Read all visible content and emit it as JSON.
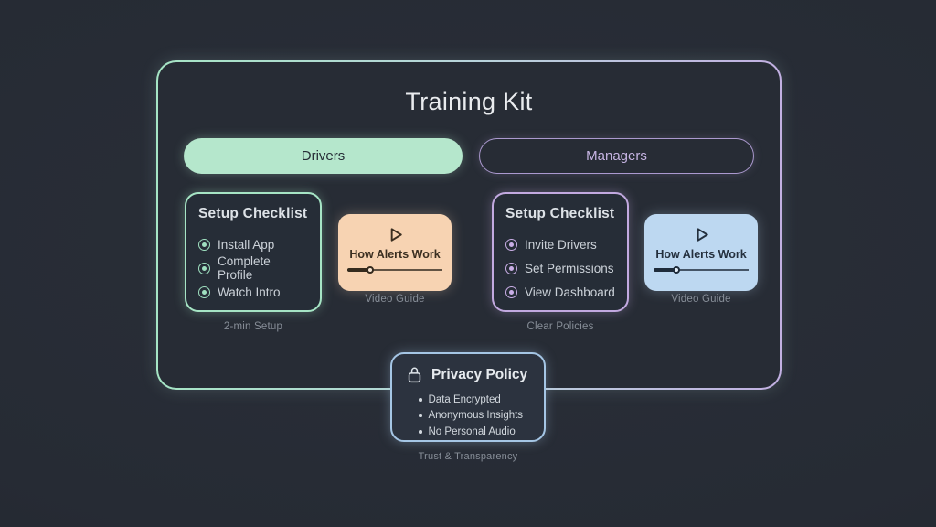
{
  "panel": {
    "title": "Training Kit"
  },
  "tabs": [
    {
      "label": "Drivers",
      "active": true
    },
    {
      "label": "Managers",
      "active": false
    }
  ],
  "sections": [
    {
      "id": "drivers",
      "checklist": {
        "title": "Setup Checklist",
        "items": [
          "Install App",
          "Complete Profile",
          "Watch Intro"
        ],
        "caption": "2-min Setup"
      },
      "video": {
        "title": "How Alerts Work",
        "caption": "Video Guide",
        "progress_percent": 24
      }
    },
    {
      "id": "managers",
      "checklist": {
        "title": "Setup Checklist",
        "items": [
          "Invite Drivers",
          "Set Permissions",
          "View Dashboard"
        ],
        "caption": "Clear Policies"
      },
      "video": {
        "title": "How Alerts Work",
        "caption": "Video Guide",
        "progress_percent": 24
      }
    }
  ],
  "privacy": {
    "title": "Privacy Policy",
    "items": [
      "Data Encrypted",
      "Anonymous Insights",
      "No Personal Audio"
    ],
    "caption": "Trust & Transparency"
  },
  "icons": {
    "play": "play-icon",
    "lock": "lock-icon",
    "checklist_bullet": "target-dot-icon"
  },
  "colors": {
    "background": "#272c35",
    "mint": "#a6e5c5",
    "lavender": "#c2b0e2",
    "drivers_pill_bg": "#b5e7cc",
    "managers_pill_border": "#ab99cf",
    "peach_card": "#f7d3b2",
    "blue_card": "#bdd8f1",
    "privacy_border": "#a5c6e5",
    "caption_gray": "#878e98"
  }
}
